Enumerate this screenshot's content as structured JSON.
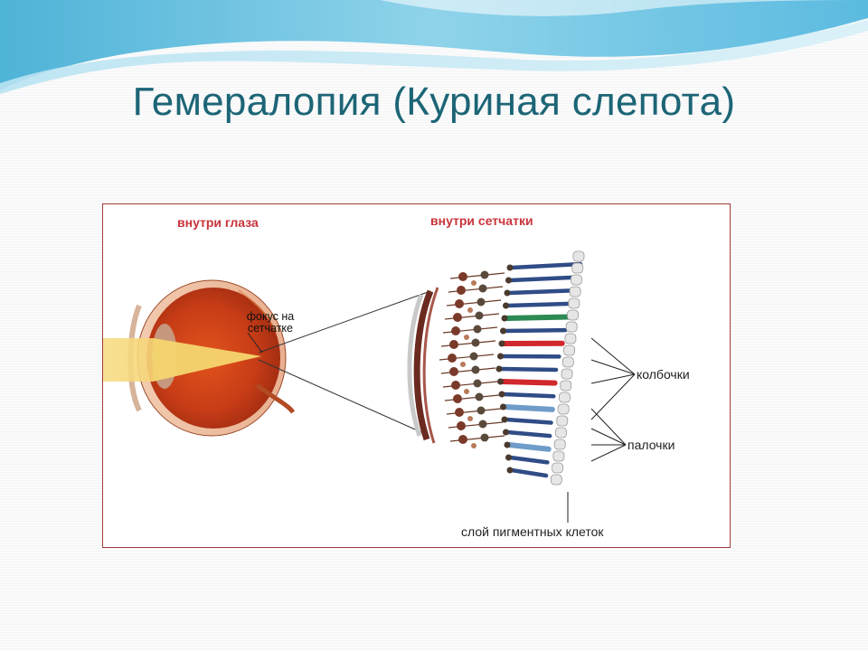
{
  "slide": {
    "title": "Гемералопия (Куриная слепота)"
  },
  "diagram": {
    "section_left": "внутри глаза",
    "section_right": "внутри сетчатки",
    "focus_label_line1": "фокус на",
    "focus_label_line2": "сетчатке",
    "cones_label": "колбочки",
    "rods_label": "палочки",
    "pigment_label": "слой пигментных клеток"
  },
  "colors": {
    "title": "#1c6576",
    "frame": "#a53a3a",
    "section_label": "#c8343a",
    "rod": "#2f4c86",
    "cone_red": "#d0282c",
    "cone_green": "#2c8a52",
    "cone_blue": "#6f9cc8"
  }
}
